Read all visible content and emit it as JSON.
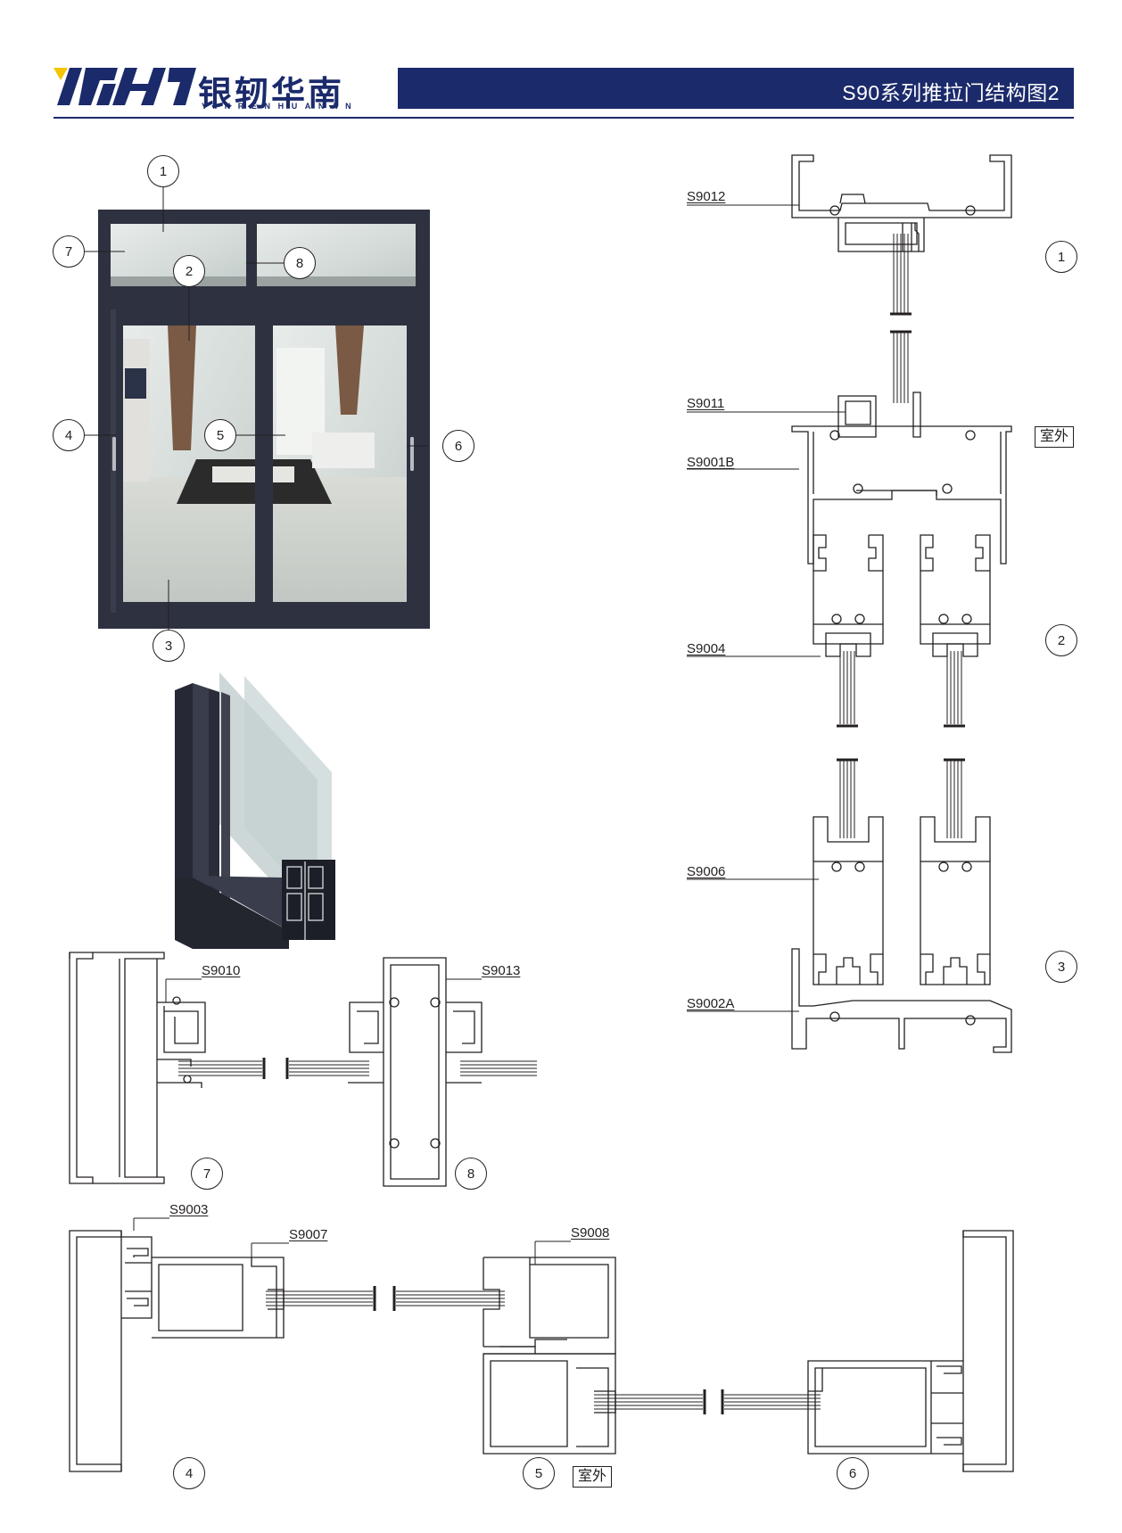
{
  "header": {
    "title": "S90系列推拉门结构图2",
    "logo_cn": "银轫华南",
    "logo_en": "YINRENHUANAN",
    "brand_color": "#1b2a6b"
  },
  "photo_callouts": [
    "1",
    "2",
    "3",
    "4",
    "5",
    "6",
    "7",
    "8"
  ],
  "section_numbers": [
    "1",
    "2",
    "3",
    "4",
    "5",
    "6",
    "7",
    "8"
  ],
  "profiles": {
    "s9012": "S9012",
    "s9011": "S9011",
    "s9001b": "S9001B",
    "s9004": "S9004",
    "s9006": "S9006",
    "s9002a": "S9002A",
    "s9010": "S9010",
    "s9013": "S9013",
    "s9003": "S9003",
    "s9007": "S9007",
    "s9008": "S9008"
  },
  "outside_label": "室外",
  "colors": {
    "frame": "#2e3140",
    "glass": "#c9d3d2",
    "line": "#231f20"
  }
}
